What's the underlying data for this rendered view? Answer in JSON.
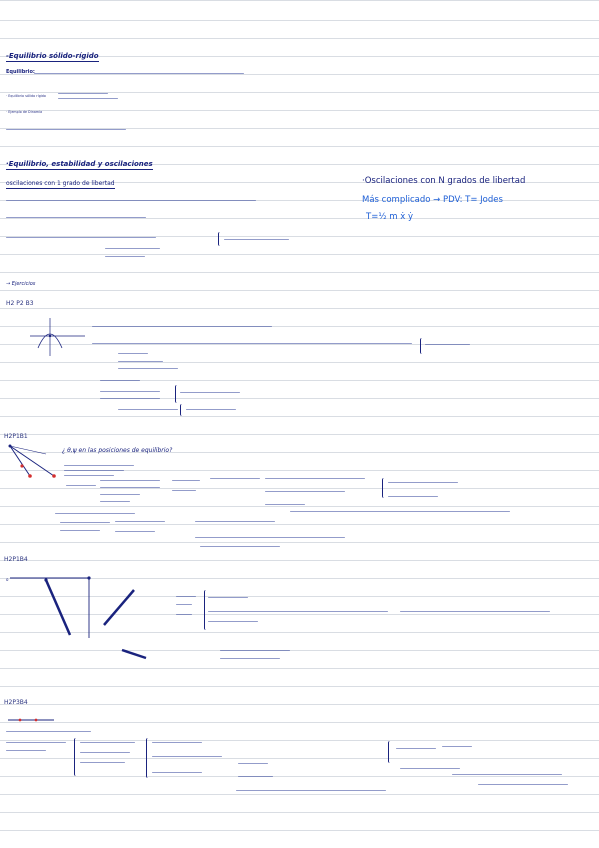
{
  "sections": {
    "equilibrium_title": "-Equilibrio sólido-rígido",
    "equilibrium_def_label": "Equilibrio:",
    "equilibrium_label_2": "· Equilibrio sólido rígido",
    "equilibrium_label_3": "· Ejemplo de Dinamia",
    "stability_title": "·Equilibrio, estabilidad y oscilaciones",
    "oscillations_1dof": "oscilaciones con 1 grado de libertad",
    "oscillations_ndof": "·Oscilaciones con N grados de libertad",
    "ndof_line2": "Más complicado → PDV: T= Jodes",
    "ndof_line3": "T=½ m ẋ ẏ",
    "exercises_title": "→ Ejercicios",
    "problem_1": "H2 P2 B3",
    "problem_2": "H2P1B1",
    "problem_2_question": "¿ θ,ψ en las posiciones de equilibrio?",
    "problem_3": "H2P1B4",
    "problem_4": "H2P3B4"
  }
}
